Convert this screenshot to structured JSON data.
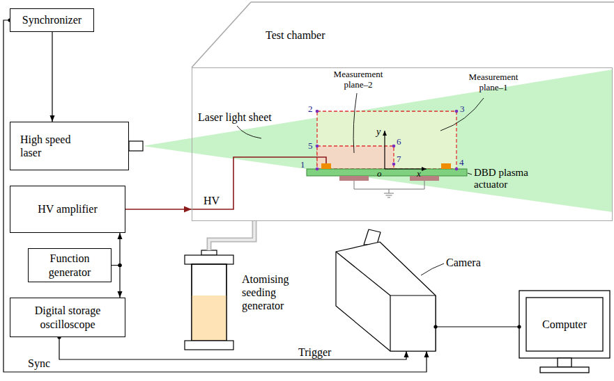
{
  "diagram": {
    "nodes": [
      {
        "text": [
          "Test chamber"
        ]
      },
      {
        "text": [
          "Synchronizer"
        ]
      },
      {
        "text": [
          "High speed laser"
        ]
      },
      {
        "text": [
          "HV amplifier"
        ]
      },
      {
        "text": [
          "Function generator"
        ]
      },
      {
        "text": [
          "Digital storage oscilloscope"
        ]
      },
      {
        "text": [
          "Atomising seeding generator"
        ]
      },
      {
        "text": [
          "Camera"
        ]
      },
      {
        "text": [
          "Computer"
        ]
      }
    ],
    "edges": [
      {
        "from": 1,
        "to": 2,
        "arrow": "to"
      },
      {
        "from": 3,
        "to": 0,
        "label": "HV",
        "arrow": "to"
      },
      {
        "from": 4,
        "to": 3,
        "arrow": "to"
      },
      {
        "from": 4,
        "to": 5,
        "arrow": "to"
      },
      {
        "from": 6,
        "to": 0,
        "arrow": "none"
      },
      {
        "from": 5,
        "to": 7,
        "label": "Trigger",
        "arrow": "to"
      },
      {
        "from": 1,
        "to": 7,
        "label": "Sync",
        "arrow": "to"
      },
      {
        "from": 7,
        "to": 8,
        "arrow": "none"
      }
    ],
    "labels": [
      "Laser light sheet",
      "Measurement plane–2",
      "Measurement plane–1",
      "1",
      "2",
      "3",
      "4",
      "5",
      "6",
      "7",
      "y",
      "o",
      "x",
      "DBD plasma actuator"
    ]
  }
}
